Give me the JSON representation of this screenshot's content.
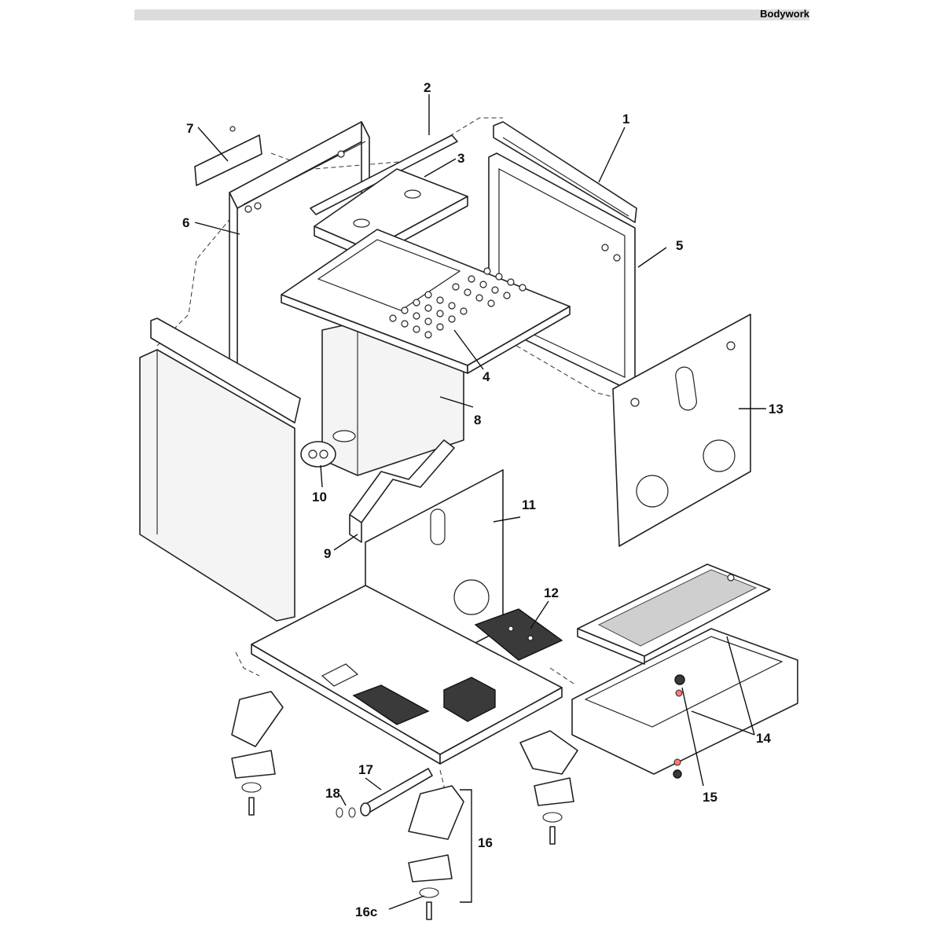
{
  "header": {
    "title": "Bodywork"
  },
  "callouts": [
    "1",
    "2",
    "3",
    "4",
    "5",
    "6",
    "7",
    "8",
    "9",
    "10",
    "11",
    "12",
    "13",
    "14",
    "15",
    "16",
    "16c",
    "17",
    "18"
  ]
}
